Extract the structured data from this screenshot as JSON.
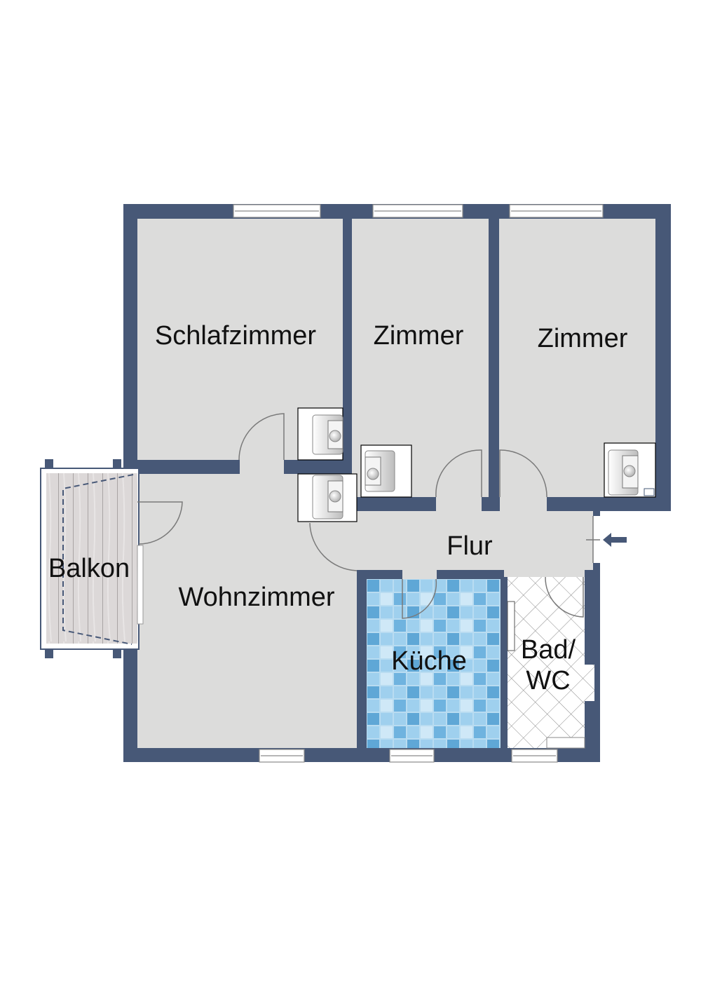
{
  "plan": {
    "colors": {
      "wall": "#475877",
      "floor": "#dcdcdb",
      "window_frame": "#808080",
      "balcony_wood": "#d8d4d4",
      "kitchen_tile": "#8cc4e6",
      "bath_tile": "#ffffff",
      "entry_arrow": "#475877"
    },
    "rooms": [
      {
        "id": "schlafzimmer",
        "label": "Schlafzimmer"
      },
      {
        "id": "zimmer-1",
        "label": "Zimmer"
      },
      {
        "id": "zimmer-2",
        "label": "Zimmer"
      },
      {
        "id": "balkon",
        "label": "Balkon"
      },
      {
        "id": "wohnzimmer",
        "label": "Wohnzimmer"
      },
      {
        "id": "flur",
        "label": "Flur"
      },
      {
        "id": "kueche",
        "label": "Küche"
      },
      {
        "id": "bad-wc",
        "label_line1": "Bad/",
        "label_line2": "WC"
      }
    ],
    "entry": {
      "icon": "entry-arrow-icon"
    }
  }
}
